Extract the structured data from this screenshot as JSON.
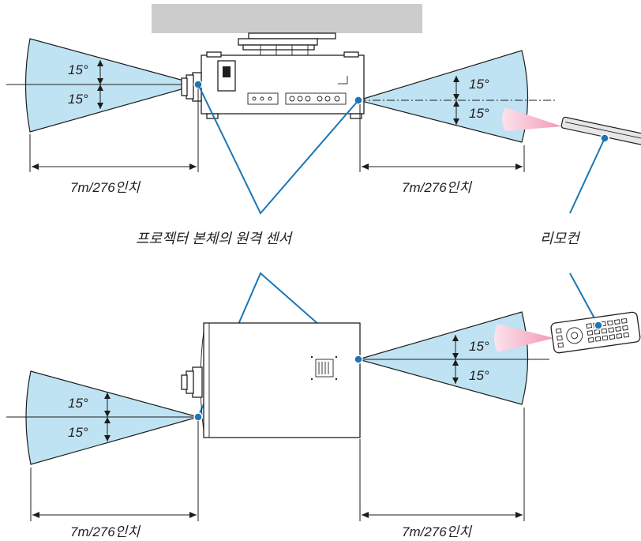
{
  "angles": {
    "top_left_upper": "15°",
    "top_left_lower": "15°",
    "top_right_upper": "15°",
    "top_right_lower": "15°",
    "bottom_left_upper": "15°",
    "bottom_left_lower": "15°",
    "bottom_right_upper": "15°",
    "bottom_right_lower": "15°"
  },
  "distances": {
    "top_left": "7m/276인치",
    "top_right": "7m/276인치",
    "bottom_left": "7m/276인치",
    "bottom_right": "7m/276인치"
  },
  "labels": {
    "sensor": "프로젝터 본체의 원격 센서",
    "remote": "리모컨"
  },
  "colors": {
    "cone_fill": "#bfe3f3",
    "pointer": "#1a76b6",
    "ceiling": "#cccccc",
    "ir_beam": "#f4a7c0"
  }
}
